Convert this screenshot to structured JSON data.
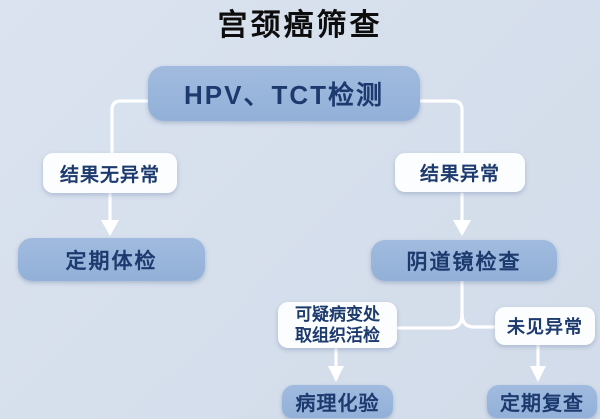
{
  "title": "宫颈癌筛查",
  "colors": {
    "background": "#d6dfec",
    "node_fill": "#97b3da",
    "node_text": "#1c3a6e",
    "label_pill_fill": "#fcfdff",
    "connector": "#ffffff",
    "title_text": "#0d0d0d"
  },
  "diagram": {
    "type": "flowchart",
    "root": {
      "label": "HPV、TCT检测"
    },
    "branch_left": {
      "condition": "结果无异常",
      "result": "定期体检"
    },
    "branch_right": {
      "condition": "结果异常",
      "step": "阴道镜检查",
      "sub_left": {
        "condition_line1": "可疑病变处",
        "condition_line2": "取组织活检",
        "result": "病理化验"
      },
      "sub_right": {
        "condition": "未见异常",
        "result": "定期复查"
      }
    }
  }
}
